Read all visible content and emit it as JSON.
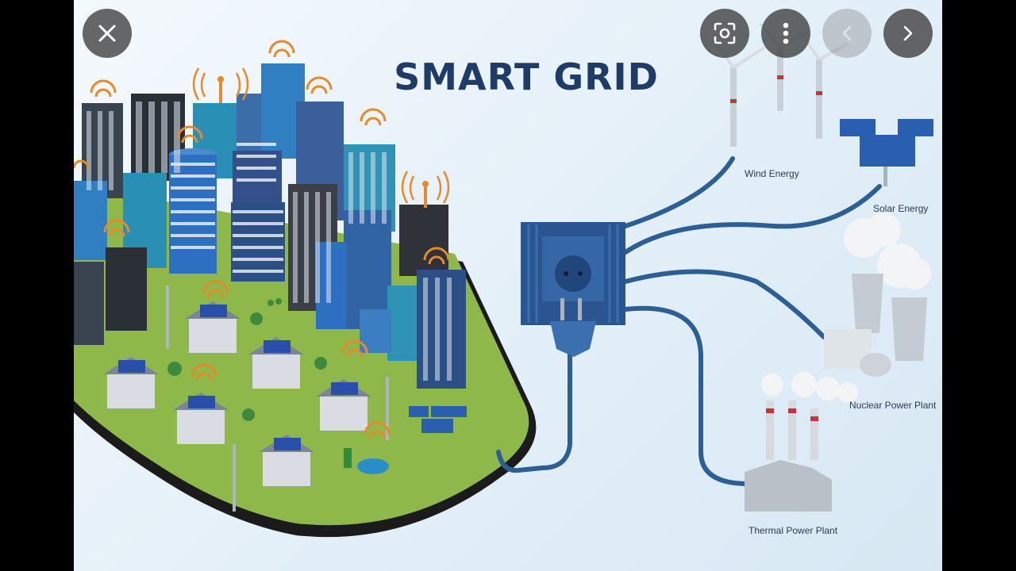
{
  "image": {
    "title": "SMART GRID",
    "labels": {
      "wind": "Wind Energy",
      "solar": "Solar Energy",
      "nuclear": "Nuclear Power Plant",
      "thermal": "Thermal Power Plant"
    }
  },
  "controls": {
    "close_icon": "close-icon",
    "lens_icon": "lens-search-icon",
    "more_icon": "more-vertical-icon",
    "prev_icon": "chevron-left-icon",
    "next_icon": "chevron-right-icon",
    "prev_enabled": false,
    "next_enabled": true
  },
  "colors": {
    "title": "#1f3c66",
    "cable": "#2d5f95",
    "ground": "#8fb84a",
    "ground_edge": "#1b1b1b",
    "button_bg": "#3c3c3c",
    "wifi": "#e8892b"
  }
}
